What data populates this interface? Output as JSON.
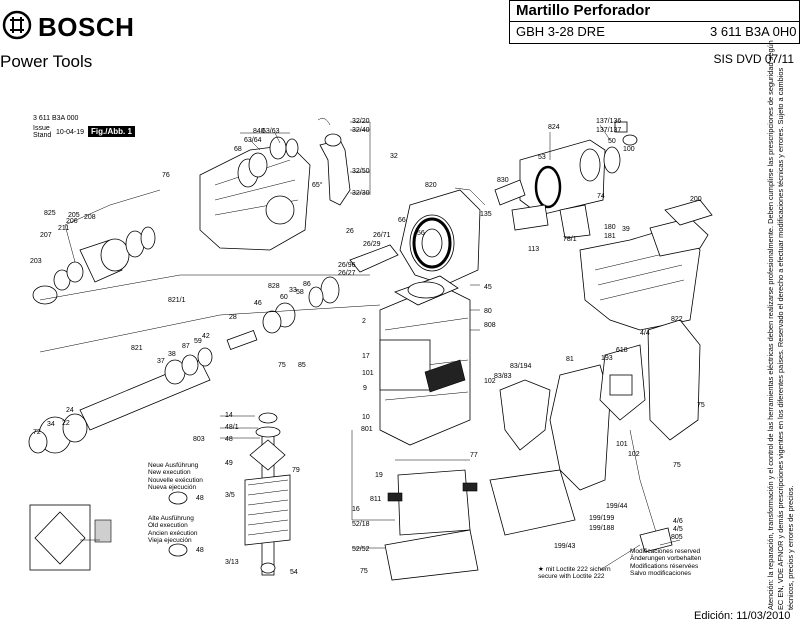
{
  "header": {
    "brand": "BOSCH",
    "brand_sub": "Power Tools",
    "title": "Martillo Perforador",
    "model": "GBH 3-28 DRE",
    "part_number": "3 611 B3A 0H0",
    "sis": "SIS DVD 07/11"
  },
  "diagram_info": {
    "code": "3 611 B3A 000",
    "issue": "Issue",
    "issue_date": "10-04-19",
    "stand": "Stand",
    "fig": "Fig./Abb. 1"
  },
  "labels": [
    "840",
    "63/63",
    "63/64",
    "68",
    "76",
    "32/20",
    "32/40",
    "32",
    "32/50",
    "32/30",
    "65°",
    "825",
    "205",
    "208",
    "206",
    "211",
    "207",
    "203",
    "820",
    "66",
    "56",
    "830",
    "135",
    "113",
    "78/1",
    "53",
    "824",
    "137/136",
    "137/137",
    "50",
    "100",
    "74",
    "200",
    "180",
    "181",
    "39",
    "26",
    "26/71",
    "26/29",
    "26/96",
    "26/27",
    "828",
    "58",
    "60",
    "33",
    "86",
    "46",
    "45",
    "80",
    "808",
    "821/1",
    "821",
    "37",
    "38",
    "87",
    "59",
    "42",
    "28",
    "24",
    "22",
    "34",
    "72",
    "2",
    "17",
    "101",
    "9",
    "102",
    "75",
    "85",
    "14",
    "48/1",
    "48",
    "803",
    "49",
    "79",
    "3/5",
    "3/13",
    "54",
    "10",
    "801",
    "19",
    "77",
    "16",
    "811",
    "52/18",
    "52/52",
    "75",
    "83/194",
    "83/83",
    "81",
    "193",
    "618",
    "4/4",
    "822",
    "75",
    "101",
    "102",
    "75",
    "199/44",
    "199/199",
    "199/188",
    "199/43",
    "4/6",
    "4/5",
    "805"
  ],
  "old_new": {
    "new_lines": [
      "Neue Ausführung",
      "New execution",
      "Nouvelle exécution",
      "Nueva ejecución"
    ],
    "old_lines": [
      "Alte Ausführung",
      "Old execution",
      "Ancien exécution",
      "Vieja ejecución"
    ],
    "new_part": "48",
    "old_part": "48"
  },
  "notes": {
    "loctite": [
      "★ mit Loctite 222 sichern",
      "secure with Loctite 222"
    ],
    "modifications": [
      "Modificaciones reserved",
      "Änderungen vorbehalten",
      "Modifications réservées",
      "Salvo modificaciones"
    ]
  },
  "side_text": "Atención: la reparación, transformación y el control de las herramientas eléctricas deben realizarse profesionalmente. Deben cumplirse las prescripciones de seguridad según EC EN, VDE AFNOR y demás prescripciones vigentes en los diferentes países. Reservado el derecho a efectuar modificaciones técnicas y errores. Sujeto a cambios técnicos, precios y errores de precios.",
  "footer": {
    "edition": "Edición: 11/03/2010"
  },
  "label_positions_note": ""
}
